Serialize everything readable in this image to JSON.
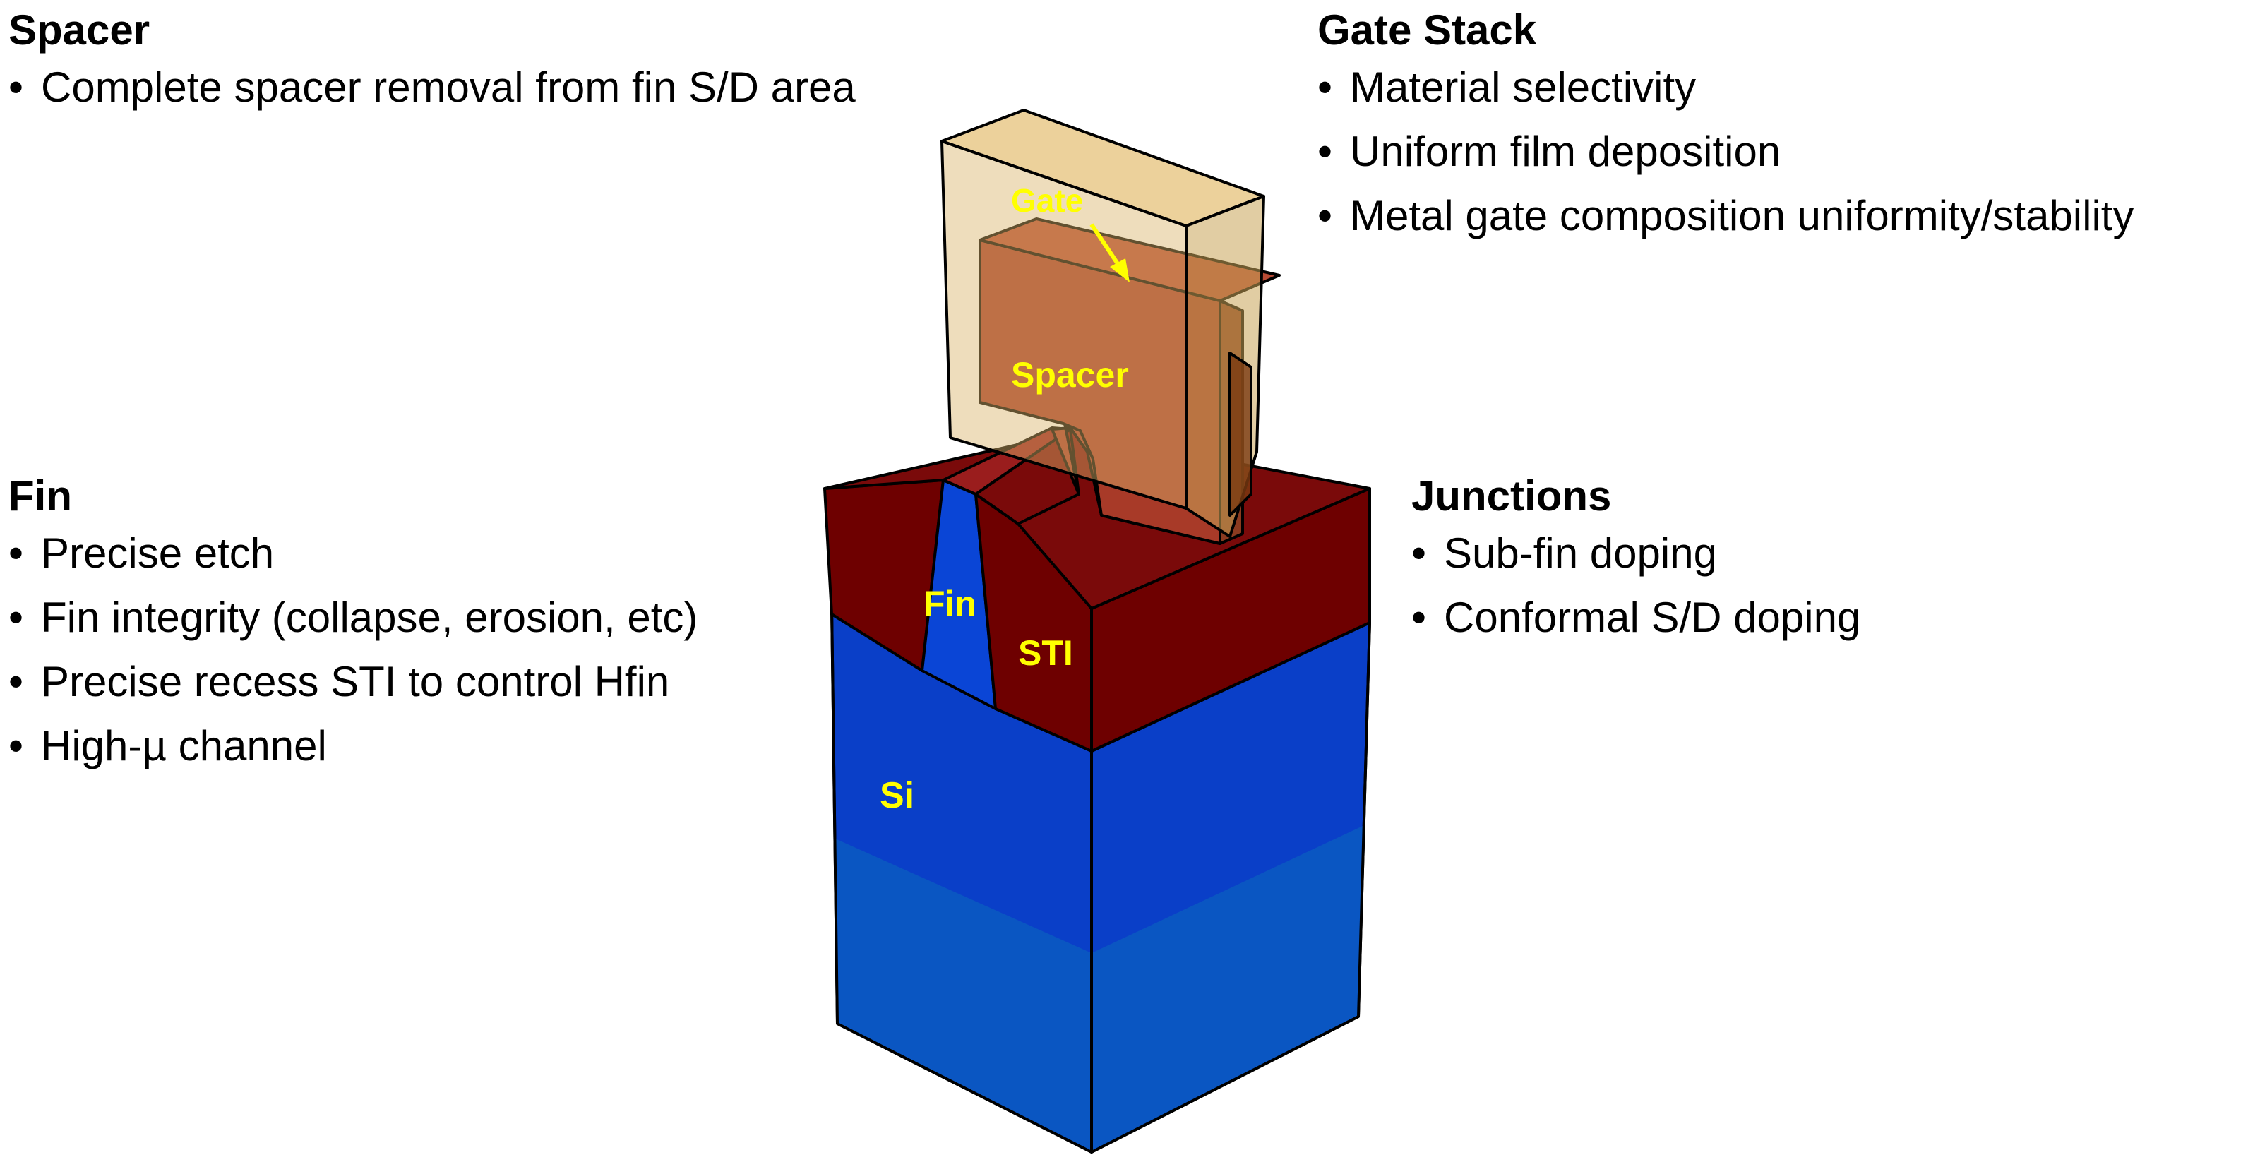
{
  "sections": {
    "spacer": {
      "title": "Spacer",
      "items": [
        "Complete spacer removal from fin S/D area"
      ]
    },
    "gate_stack": {
      "title": "Gate Stack",
      "items": [
        "Material selectivity",
        "Uniform film deposition",
        "Metal gate composition uniformity/stability"
      ]
    },
    "fin": {
      "title": "Fin",
      "items": [
        "Precise etch",
        "Fin integrity (collapse, erosion, etc)",
        "Precise recess STI to control Hfin",
        "High-µ channel"
      ]
    },
    "junctions": {
      "title": "Junctions",
      "items": [
        "Sub-fin doping",
        "Conformal S/D doping"
      ]
    }
  },
  "bullet_char": "•",
  "diagram_labels": {
    "gate": "Gate",
    "spacer": "Spacer",
    "fin": "Fin",
    "sti": "STI",
    "si": "Si"
  },
  "colors": {
    "label_yellow": "#ffff00",
    "si_blue": "#0a3fc8",
    "si_light_blue": "#0a56c2",
    "sti_dark_red": "#6e0000",
    "gate_red": "#a83a28",
    "spacer_tan": "#e6c27a"
  }
}
